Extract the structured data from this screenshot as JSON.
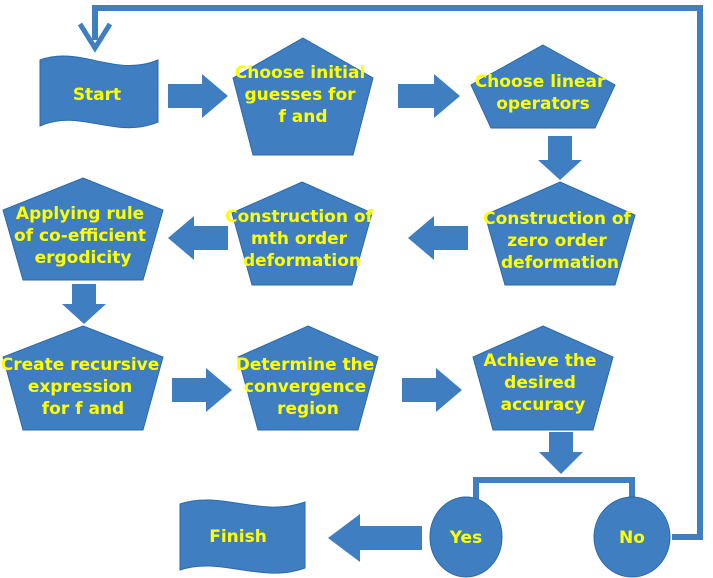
{
  "diagram": {
    "colors": {
      "shape_fill": "#3f7fc1",
      "text": "#ffff00",
      "background": "#ffffff"
    },
    "nodes": {
      "start": {
        "lines": [
          "Start"
        ]
      },
      "initial_guesses": {
        "lines": [
          "Choose initial",
          "guesses for",
          "f and"
        ]
      },
      "linear_operators": {
        "lines": [
          "Choose linear",
          "operators"
        ]
      },
      "zero_order": {
        "lines": [
          "Construction of",
          "zero order",
          "deformation"
        ]
      },
      "mth_order": {
        "lines": [
          "Construction of",
          "mth order",
          "deformation"
        ]
      },
      "ergodicity": {
        "lines": [
          "Applying rule",
          "of co-efficient",
          "ergodicity"
        ]
      },
      "recursive": {
        "lines": [
          "Create recursive",
          "expression",
          "for f and"
        ]
      },
      "convergence": {
        "lines": [
          "Determine the",
          "convergence",
          "region"
        ]
      },
      "accuracy": {
        "lines": [
          "Achieve the",
          "desired",
          "accuracy"
        ]
      },
      "yes": {
        "lines": [
          "Yes"
        ]
      },
      "no": {
        "lines": [
          "No"
        ]
      },
      "finish": {
        "lines": [
          "Finish"
        ]
      }
    }
  }
}
